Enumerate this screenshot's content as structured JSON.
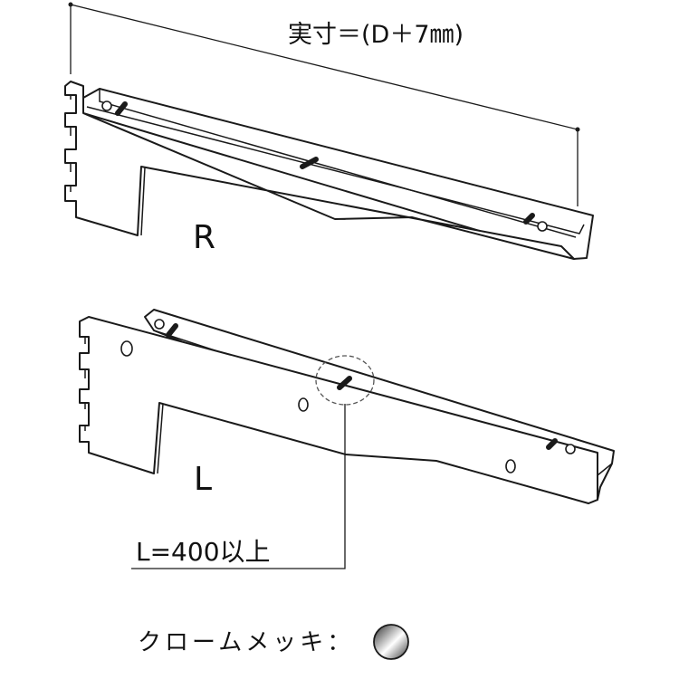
{
  "dimension": {
    "label": "実寸＝(D＋7㎜)"
  },
  "brackets": {
    "right": {
      "label": "R"
    },
    "left": {
      "label": "L"
    }
  },
  "callout": {
    "label": "L=400以上"
  },
  "finish": {
    "label": "クロームメッキ：",
    "swatch_icon": "chrome-swatch-icon",
    "colors": [
      "#2b2b2b",
      "#d8d8d8",
      "#ffffff"
    ]
  }
}
